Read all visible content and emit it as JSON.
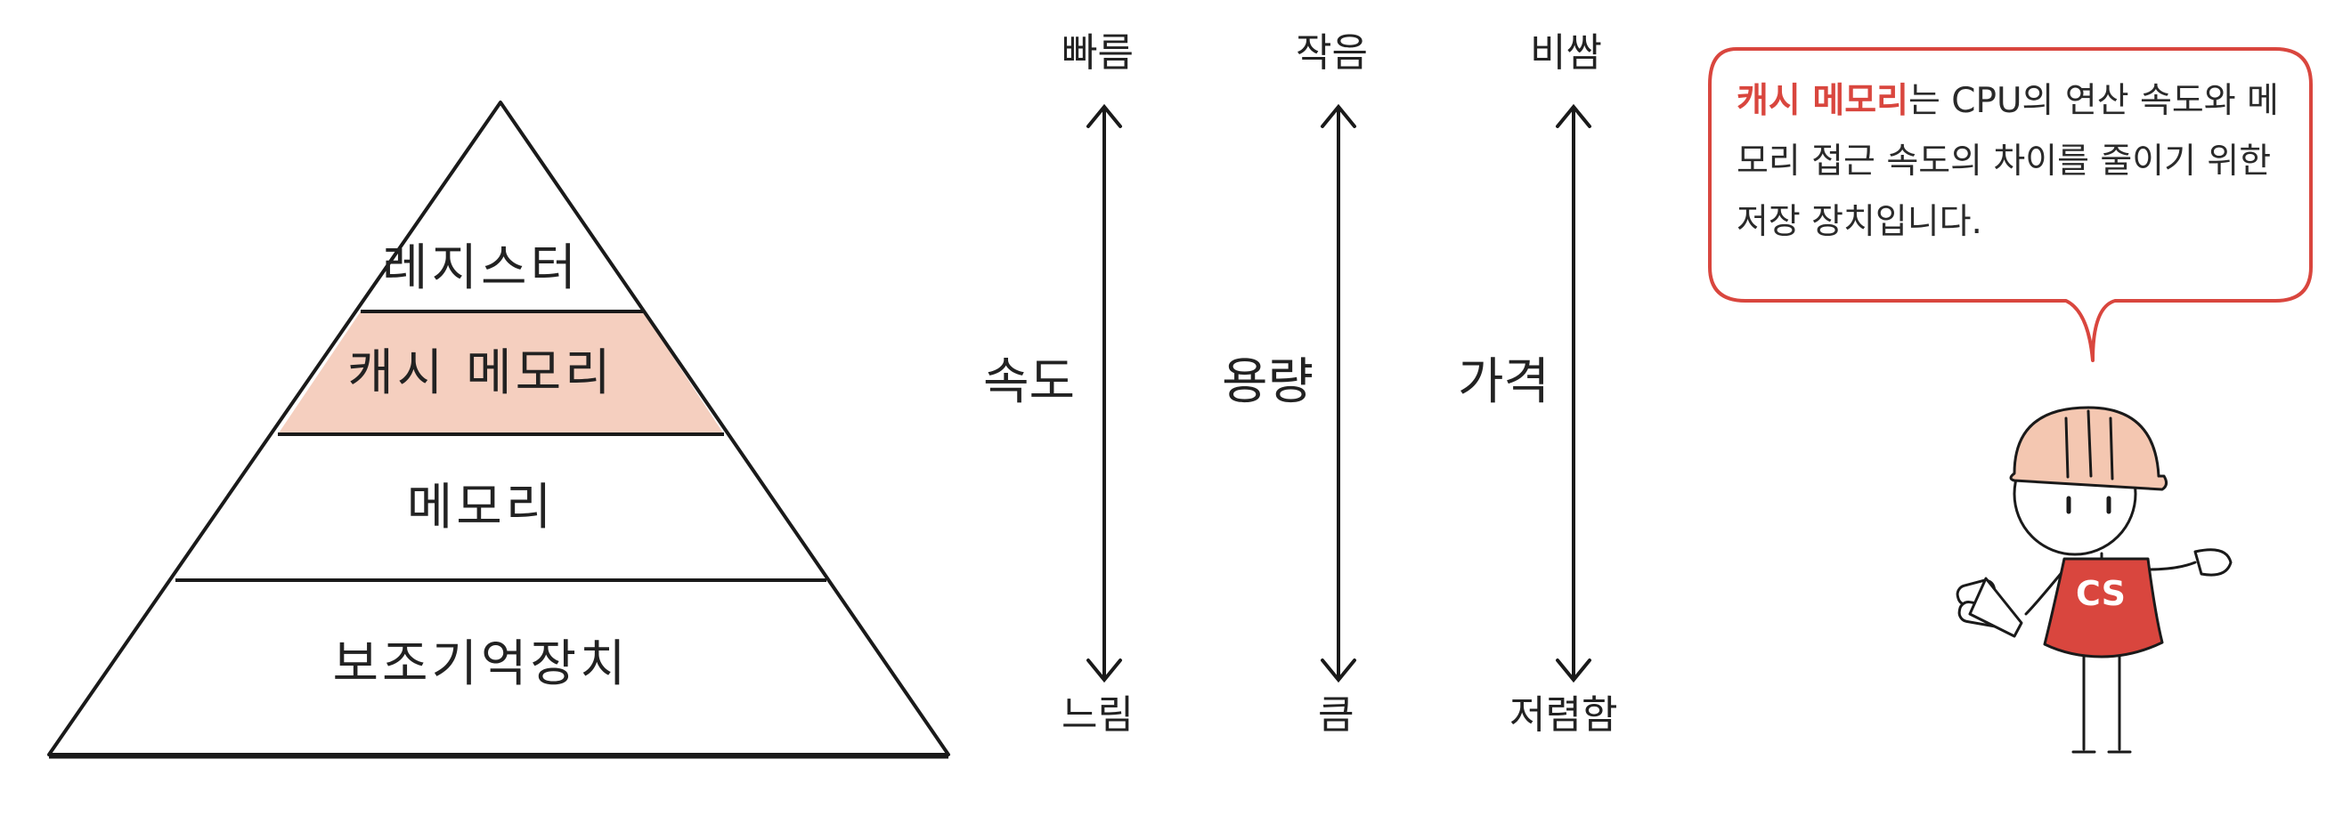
{
  "pyramid": {
    "tiers": [
      {
        "label": "레지스터",
        "highlighted": false
      },
      {
        "label": "캐시 메모리",
        "highlighted": true
      },
      {
        "label": "메모리",
        "highlighted": false
      },
      {
        "label": "보조기억장치",
        "highlighted": false
      }
    ],
    "highlight_color": "#f5cfbf"
  },
  "axes": [
    {
      "name": "속도",
      "top": "빠름",
      "bottom": "느림"
    },
    {
      "name": "용량",
      "top": "작음",
      "bottom": "큼"
    },
    {
      "name": "가격",
      "top": "비쌈",
      "bottom": "저렴함"
    }
  ],
  "bubble": {
    "highlight": "캐시 메모리",
    "text": "는 CPU의 연산 속도와 메모리 접근 속도의 차이를 줄이기 위한 저장 장치입니다.",
    "accent_color": "#d9463e"
  },
  "mascot": {
    "badge": "CS",
    "shirt_color": "#d9463e",
    "helmet_color": "#f4c7b1"
  }
}
